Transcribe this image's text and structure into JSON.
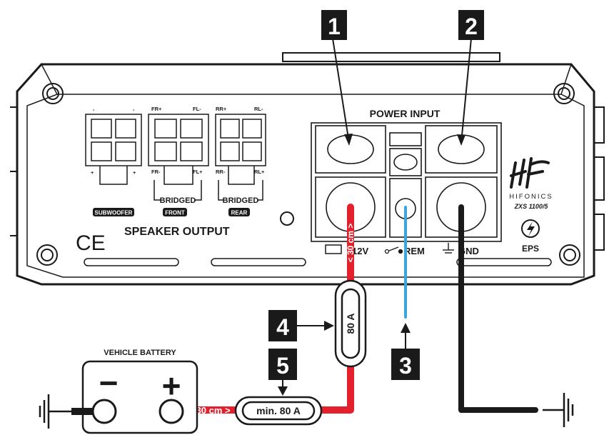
{
  "callouts": {
    "n1": "1",
    "n2": "2",
    "n3": "3",
    "n4": "4",
    "n5": "5"
  },
  "amp": {
    "power_input": "POWER INPUT",
    "speaker_output": "SPEAKER OUTPUT",
    "plus12v": "12V",
    "rem": "REM",
    "gnd": "GND",
    "ce": "CE",
    "eps": "EPS",
    "brand": "HIFONICS",
    "model": "ZXS 1100/5"
  },
  "connectors": {
    "sub": {
      "tl": "-",
      "tr": "-",
      "bl": "+",
      "br": "+",
      "label": "SUBWOOFER"
    },
    "front": {
      "tl": "FR+",
      "tr": "FL-",
      "bl": "FR-",
      "br": "FL+",
      "bridged": "BRIDGED",
      "label": "FRONT"
    },
    "rear": {
      "tl": "RR+",
      "tr": "RL-",
      "bl": "RR-",
      "br": "RL+",
      "bridged": "BRIDGED",
      "label": "REAR"
    }
  },
  "wiring": {
    "dist_amp": "< 30 cm >",
    "fuse_amp": "80 A",
    "dist_battery": "< 30 cm >",
    "fuse_battery": "min. 80 A"
  },
  "battery": {
    "title": "VEHICLE BATTERY",
    "minus": "−",
    "plus": "+"
  },
  "colors": {
    "power_wire": "#e3202b",
    "remote_wire": "#3aa6dc",
    "ground_wire": "#1a1a1a",
    "frame": "#1a1a1a",
    "callout_bg": "#1a1a1a"
  }
}
